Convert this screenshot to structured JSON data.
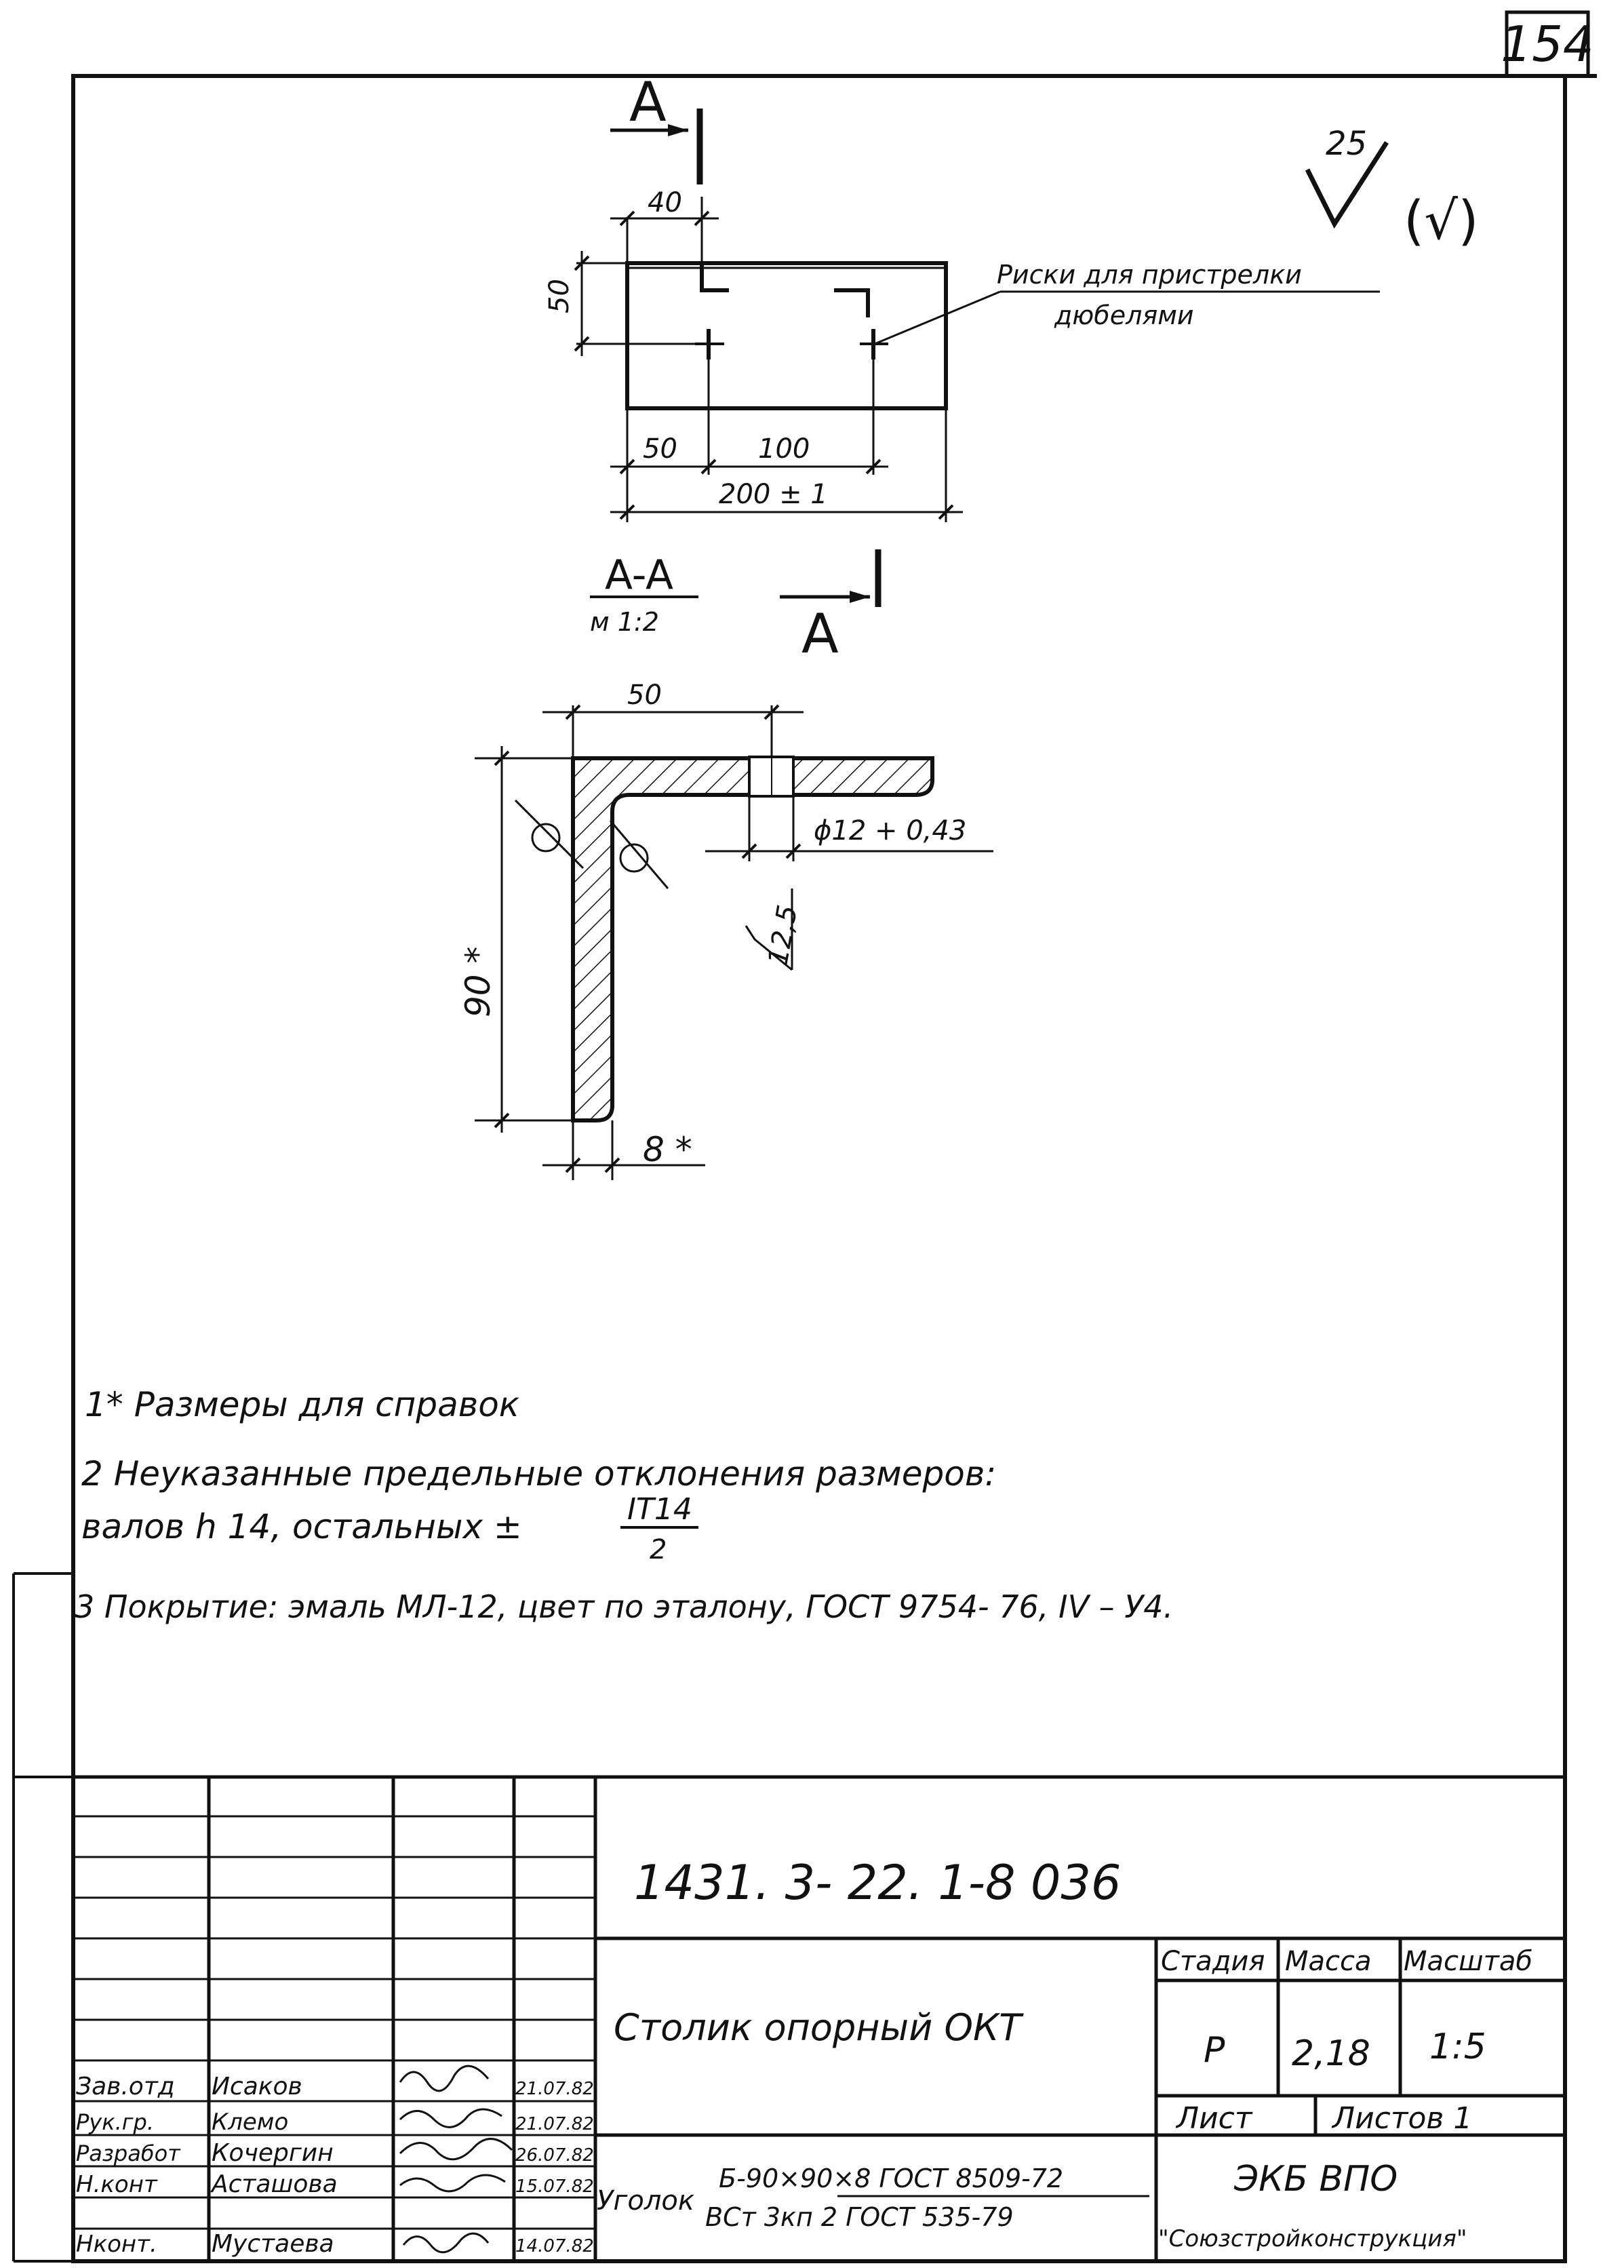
{
  "sheet_corner_number": "154",
  "surface_finish": {
    "roughness_value": "25",
    "general_symbol": "(√)"
  },
  "plan_view": {
    "section_mark": "A",
    "dims": {
      "d40": "40",
      "d50_vertical": "50",
      "d50": "50",
      "d100": "100",
      "d200": "200 ± 1"
    },
    "note_line1": "Риски для пристрелки",
    "note_line2": "дюбелями"
  },
  "section_view": {
    "title": "A-A",
    "scale": "м 1:2",
    "section_mark": "A",
    "dims": {
      "width": "50",
      "height": "90 *",
      "hole": "ϕ12 + 0,43",
      "roughness": "12,5",
      "thickness": "8 *"
    }
  },
  "notes": {
    "n1": "1* Размеры для справок",
    "n2": "2 Неуказанные предельные отклонения размеров:",
    "n2b_prefix": "валов h 14, остальных ±",
    "n2b_frac_num": "IT14",
    "n2b_frac_den": "2",
    "n3": "3 Покрытие: эмаль МЛ-12, цвет по эталону, ГОСТ 9754- 76, IV – У4."
  },
  "title_block": {
    "doc_number": "1431. 3- 22. 1-8 036",
    "name": "Столик опорный ОКТ",
    "headers": {
      "stage": "Стадия",
      "mass": "Масса",
      "scale": "Масштаб"
    },
    "values": {
      "stage": "Р",
      "mass": "2,18",
      "scale": "1:5"
    },
    "sheet": "Лист",
    "sheets": "Листов 1",
    "material_label": "Уголок",
    "material_top": "Б-90×90×8 ГОСТ 8509-72",
    "material_bottom": "ВСт 3кп 2 ГОСТ 535-79",
    "org1": "ЭКБ ВПО",
    "org2": "\"Союзстройконструкция\"",
    "signatures": [
      {
        "role": "Зав.отд",
        "name": "Исаков",
        "date": "21.07.82"
      },
      {
        "role": "Рук.гр.",
        "name": "Клемо",
        "date": "21.07.82"
      },
      {
        "role": "Разработ",
        "name": "Кочергин",
        "date": "26.07.82"
      },
      {
        "role": "Н.конт",
        "name": "Асташова",
        "date": "15.07.82"
      },
      {
        "role": "Нконт.",
        "name": "Мустаева",
        "date": "14.07.82"
      }
    ]
  }
}
